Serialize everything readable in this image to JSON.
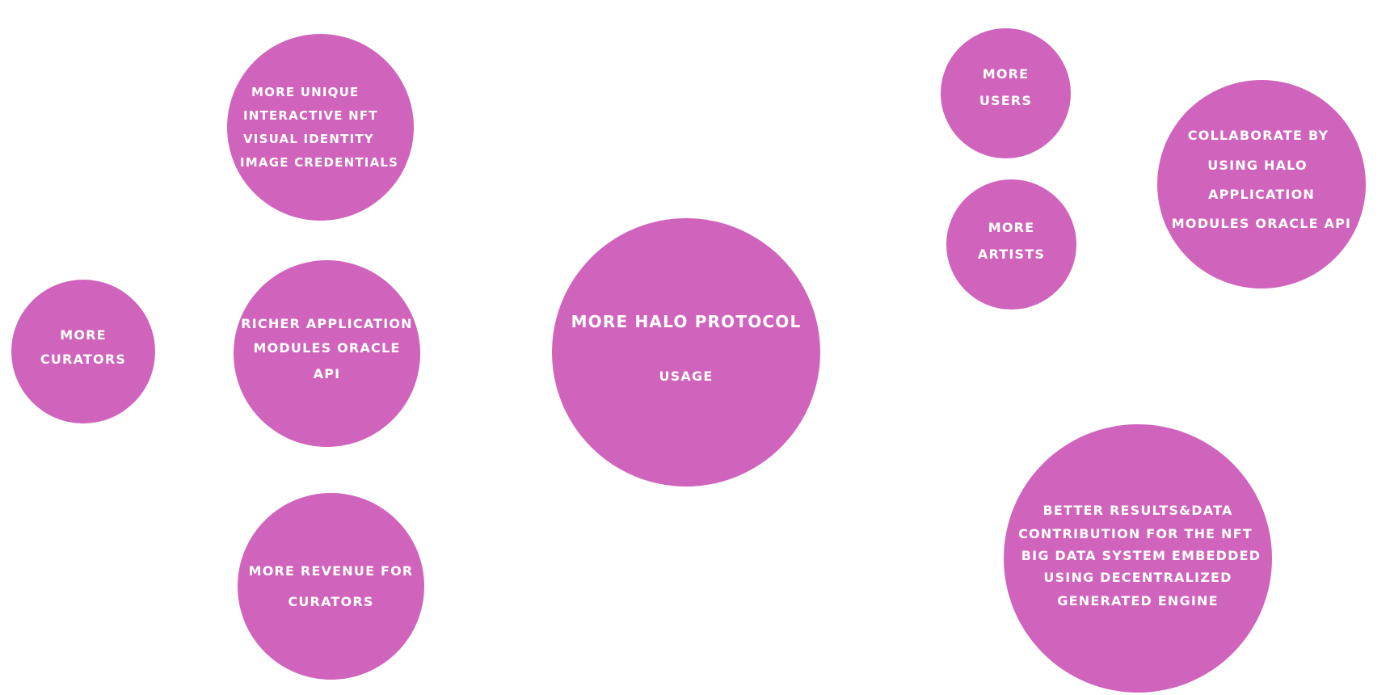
{
  "diagram": {
    "background": "#FFFFFF",
    "bubble_color": "#D064BC",
    "text_color": "#FFFFFF",
    "center": {
      "lines": [
        "MORE HALO PROTOCOL",
        "USAGE"
      ]
    },
    "bubbles": [
      {
        "id": "unique-nft-identity",
        "lines": [
          "MORE UNIQUE",
          "INTERACTIVE NFT",
          "VISUAL IDENTITY",
          "IMAGE CREDENTIALS"
        ]
      },
      {
        "id": "more-curators",
        "lines": [
          "MORE",
          "CURATORS"
        ]
      },
      {
        "id": "richer-application",
        "lines": [
          "RICHER APPLICATION",
          "MODULES ORACLE",
          "API"
        ]
      },
      {
        "id": "revenue-curators",
        "lines": [
          "MORE REVENUE FOR",
          "CURATORS"
        ]
      },
      {
        "id": "more-users",
        "lines": [
          "MORE",
          "USERS"
        ]
      },
      {
        "id": "more-artists",
        "lines": [
          "MORE",
          "ARTISTS"
        ]
      },
      {
        "id": "collaborate",
        "lines": [
          "COLLABORATE BY",
          "USING HALO",
          "APPLICATION",
          "MODULES ORACLE API"
        ]
      },
      {
        "id": "better-results",
        "lines": [
          "BETTER RESULTS&DATA",
          "CONTRIBUTION FOR THE NFT",
          "BIG DATA SYSTEM EMBEDDED",
          "USING DECENTRALIZED",
          "GENERATED ENGINE"
        ]
      }
    ]
  }
}
